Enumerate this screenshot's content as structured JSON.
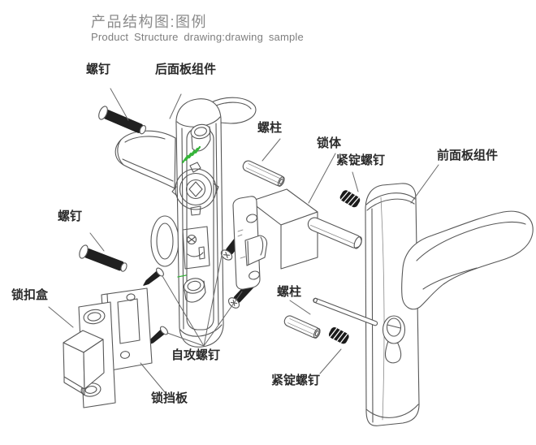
{
  "header": {
    "title": "产品结构图:图例",
    "subtitle": "Product Structure drawing:drawing sample"
  },
  "labels": {
    "screw_top": "螺钉",
    "rear_panel_assembly": "后面板组件",
    "stud_top": "螺柱",
    "lock_body": "锁体",
    "set_screw_top": "紧锭螺钉",
    "front_panel_assembly": "前面板组件",
    "screw_mid": "螺钉",
    "strike_box": "锁扣盒",
    "stud_bottom": "螺柱",
    "self_tapping_screw": "自攻螺钉",
    "strike_plate": "锁挡板",
    "set_screw_bottom": "紧锭螺钉"
  },
  "colors": {
    "background": "#ffffff",
    "line": "#575757",
    "dark_part": "#202020",
    "label_text": "#2b2b2b",
    "title_text": "#8b8b8b",
    "subtitle_text": "#7e7e7e",
    "highlight_green": "#36b43a"
  }
}
